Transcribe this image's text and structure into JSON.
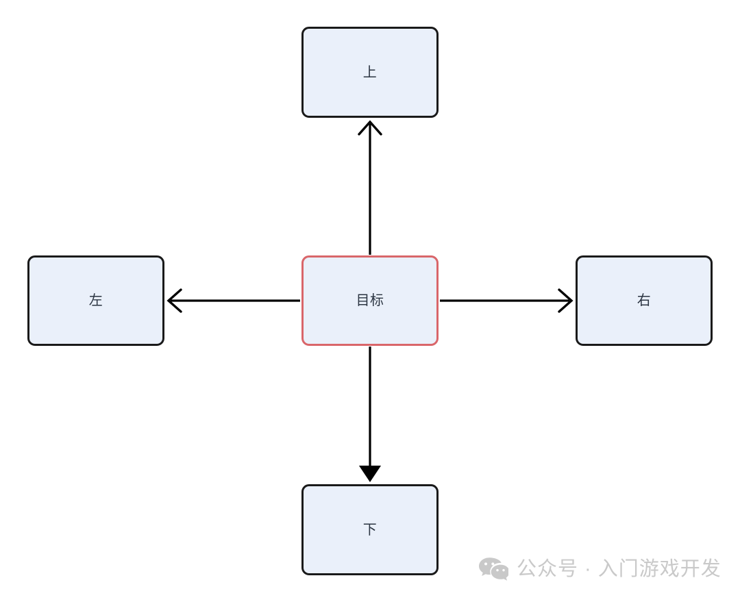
{
  "diagram": {
    "type": "directional-relationship-map",
    "nodes": [
      {
        "id": "up",
        "label": "上",
        "role": "neighbor",
        "position": "top",
        "border_color": "#1a1a1a",
        "fill_color": "#eaf0fa"
      },
      {
        "id": "left",
        "label": "左",
        "role": "neighbor",
        "position": "left",
        "border_color": "#1a1a1a",
        "fill_color": "#eaf0fa"
      },
      {
        "id": "target",
        "label": "目标",
        "role": "focus",
        "position": "center",
        "border_color": "#d9666a",
        "fill_color": "#eaf0fa"
      },
      {
        "id": "right",
        "label": "右",
        "role": "neighbor",
        "position": "right",
        "border_color": "#1a1a1a",
        "fill_color": "#eaf0fa"
      },
      {
        "id": "down",
        "label": "下",
        "role": "neighbor",
        "position": "bottom",
        "border_color": "#1a1a1a",
        "fill_color": "#eaf0fa"
      }
    ],
    "edges": [
      {
        "id": "edge-target-up",
        "from": "target",
        "to": "up",
        "direction": "up",
        "arrowhead": "open",
        "label": ""
      },
      {
        "id": "edge-target-left",
        "from": "target",
        "to": "left",
        "direction": "left",
        "arrowhead": "open",
        "label": ""
      },
      {
        "id": "edge-target-right",
        "from": "target",
        "to": "right",
        "direction": "right",
        "arrowhead": "open",
        "label": ""
      },
      {
        "id": "edge-target-down",
        "from": "target",
        "to": "down",
        "direction": "down",
        "arrowhead": "filled",
        "label": ""
      }
    ],
    "stroke_color": "#000000",
    "background_color": "#ffffff"
  },
  "watermark": {
    "icon": "wechat-logo-icon",
    "text": "公众号 · 入门游戏开发",
    "color": "#c9c9c9"
  }
}
